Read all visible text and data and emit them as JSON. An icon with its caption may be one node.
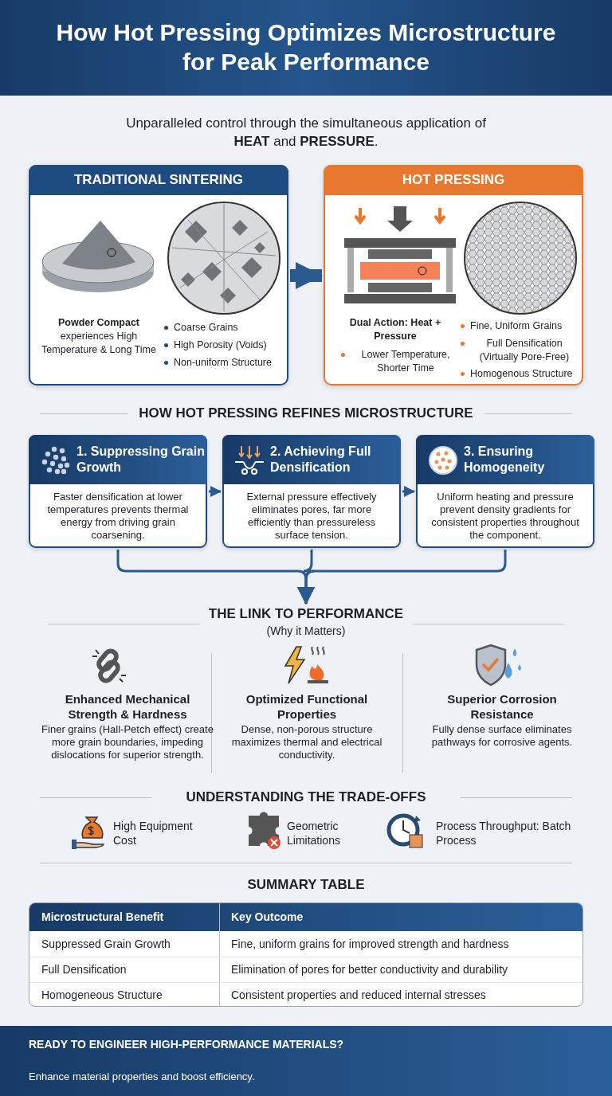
{
  "diagram": {
    "title": "How Hot Pressing Optimizes Microstructure for Peak Performance",
    "nodes": [
      {
        "text": [
          "TRADITIONAL SINTERING",
          "**Powder Compact** experiences High Temperature & Long Time",
          "Coarse Grains",
          "High Porosity (Voids)",
          "Non-uniform Structure"
        ]
      },
      {
        "text": [
          "HOT PRESSING",
          "Dual Action: Heat + Pressure",
          "Lower Temperature, Shorter Time",
          "Fine, Uniform Grains",
          "Full Densification (Virtually Pore-Free)",
          "Homogenous Structure"
        ]
      },
      {
        "text": [
          "1. Suppressing Grain Growth",
          "Faster densification at lower temperatures prevents thermal energy from driving grain coarsening."
        ]
      },
      {
        "text": [
          "2. Achieving Full Densification",
          "External pressure effectively eliminates pores, far more efficiently than pressureless surface tension."
        ]
      },
      {
        "text": [
          "3. Ensuring Homogeneity",
          "Uniform heating and pressure prevent density gradients for consistent properties throughout the component."
        ]
      },
      {
        "text": [
          "THE LINK TO PERFORMANCE",
          "(Why it Matters)"
        ]
      }
    ],
    "edges": [
      {
        "from": 0,
        "to": 1,
        "arrow": "to",
        "style": "thick"
      },
      {
        "from": 2,
        "to": 3,
        "arrow": "to"
      },
      {
        "from": 3,
        "to": 4,
        "arrow": "to"
      },
      {
        "from": 2,
        "to": 5,
        "arrow": "to"
      },
      {
        "from": 3,
        "to": 5,
        "arrow": "to"
      },
      {
        "from": 4,
        "to": 5,
        "arrow": "to"
      }
    ],
    "labels": [
      "Unparalleled control through the simultaneous application of **HEAT** and **PRESSURE**.",
      "HOW HOT PRESSING REFINES MICROSTRUCTURE",
      "Enhanced Mechanical Strength & Hardness",
      "Finer grains (Hall-Petch effect) create more grain boundaries, impeding dislocations for superior strength.",
      "Optimized Functional Properties",
      "Dense, non-porous structure maximizes thermal and electrical conductivity.",
      "Superior Corrosion Resistance",
      "Fully dense surface eliminates pathways for corrosive agents.",
      "UNDERSTANDING THE TRADE-OFFS",
      "High Equipment Cost",
      "Geometric Limitations",
      "Process Throughput: Batch Process",
      "SUMMARY TABLE",
      "Microstructural Benefit",
      "Key Outcome",
      "Suppressed Grain Growth",
      "Fine, uniform grains for improved strength and hardness",
      "Full Densification",
      "Elimination of pores for better conductivity and durability",
      "Homogeneous Structure",
      "Consistent properties and reduced internal stresses",
      "READY TO ENGINEER HIGH-PERFORMANCE MATERIALS?",
      "Enhance material properties and boost efficiency."
    ]
  }
}
